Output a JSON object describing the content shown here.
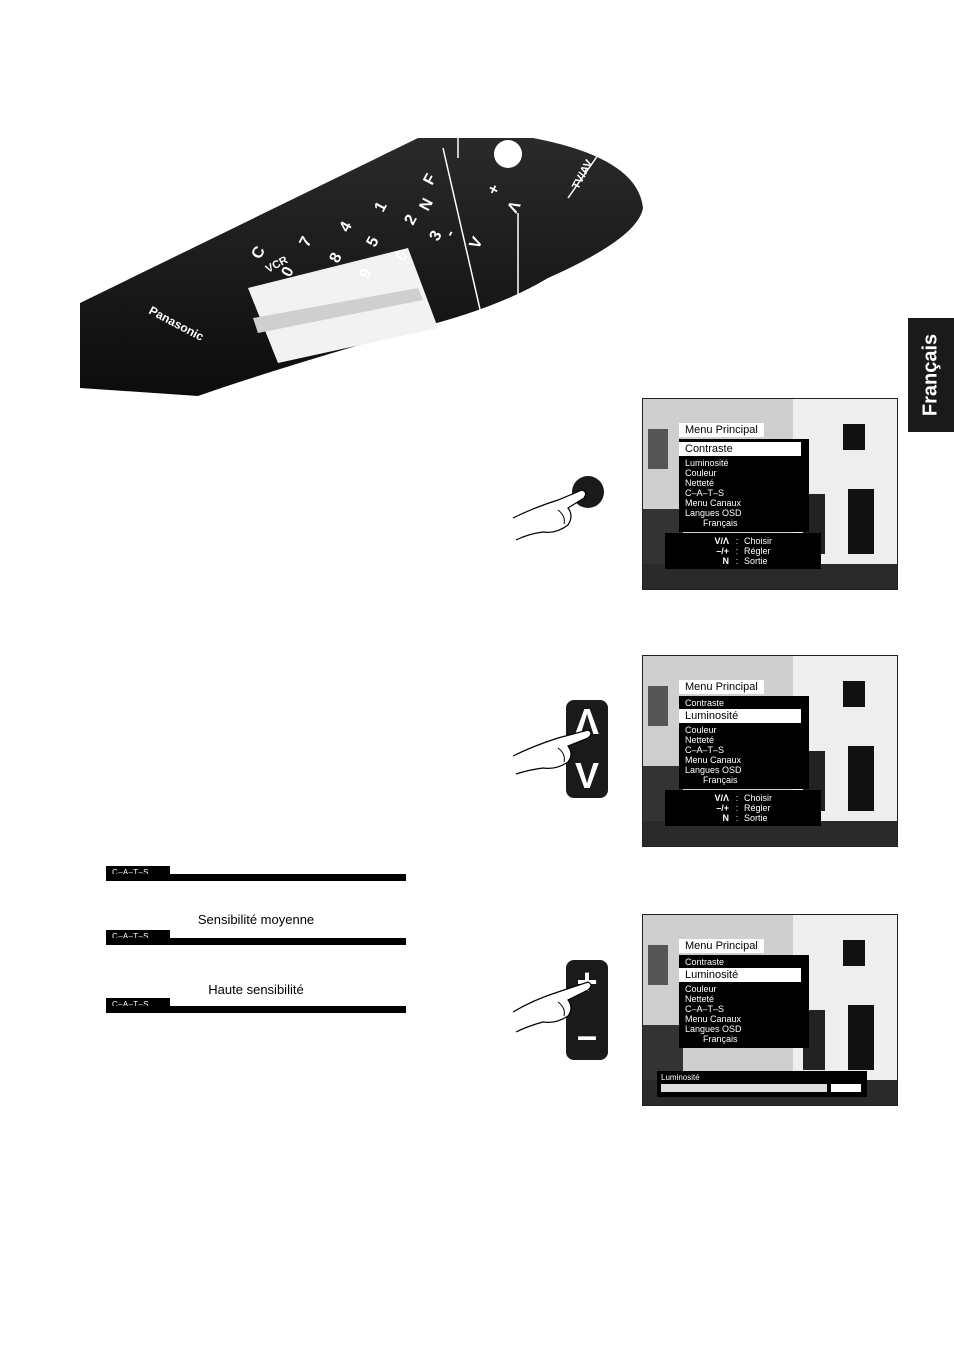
{
  "remote": {
    "brand": "Panasonic",
    "keys": [
      "F",
      "N",
      "+",
      "-",
      "V",
      "Λ",
      "TV/AV",
      "1",
      "2",
      "3",
      "4",
      "5",
      "6",
      "7",
      "8",
      "9",
      "C",
      "0",
      "VCR"
    ]
  },
  "side_tab": {
    "label": "Français"
  },
  "screens": [
    {
      "menu_title": "Menu Principal",
      "items": [
        {
          "label": "Contraste",
          "highlight": true
        },
        {
          "label": "Luminosité"
        },
        {
          "label": "Couleur"
        },
        {
          "label": "Netteté"
        },
        {
          "label": "C–A–T–S"
        },
        {
          "label": "Menu Canaux"
        },
        {
          "label": "Langues OSD"
        },
        {
          "label": "Français",
          "sub": true
        }
      ],
      "keys": [
        {
          "key": "V/Λ",
          "desc": "Choisir"
        },
        {
          "key": "–/+",
          "desc": "Régler"
        },
        {
          "key": "N",
          "desc": "Sortie"
        }
      ]
    },
    {
      "menu_title": "Menu Principal",
      "items": [
        {
          "label": "Contraste",
          "dark": true
        },
        {
          "label": "Luminosité",
          "highlight": true
        },
        {
          "label": "Couleur"
        },
        {
          "label": "Netteté"
        },
        {
          "label": "C–A–T–S"
        },
        {
          "label": "Menu Canaux"
        },
        {
          "label": "Langues OSD"
        },
        {
          "label": "Français",
          "sub": true
        }
      ],
      "keys": [
        {
          "key": "V/Λ",
          "desc": "Choisir"
        },
        {
          "key": "–/+",
          "desc": "Régler"
        },
        {
          "key": "N",
          "desc": "Sortie"
        }
      ]
    },
    {
      "menu_title": "Menu Principal",
      "items": [
        {
          "label": "Contraste",
          "dark": true
        },
        {
          "label": "Luminosité",
          "highlight": true
        },
        {
          "label": "Couleur"
        },
        {
          "label": "Netteté"
        },
        {
          "label": "C–A–T–S"
        },
        {
          "label": "Menu Canaux"
        },
        {
          "label": "Langues OSD"
        },
        {
          "label": "Français",
          "sub": true
        }
      ],
      "bar": {
        "label": "Luminosité",
        "level": 0.83
      }
    }
  ],
  "pads": {
    "updown": {
      "up": "Λ",
      "down": "V"
    },
    "plusminus": {
      "plus": "+",
      "minus": "–"
    }
  },
  "cats": [
    {
      "caption": "",
      "tag": "C–A–T–S"
    },
    {
      "caption": "Sensibilité moyenne",
      "tag": "C–A–T–S"
    },
    {
      "caption": "Haute sensibilité",
      "tag": "C–A–T–S"
    }
  ]
}
